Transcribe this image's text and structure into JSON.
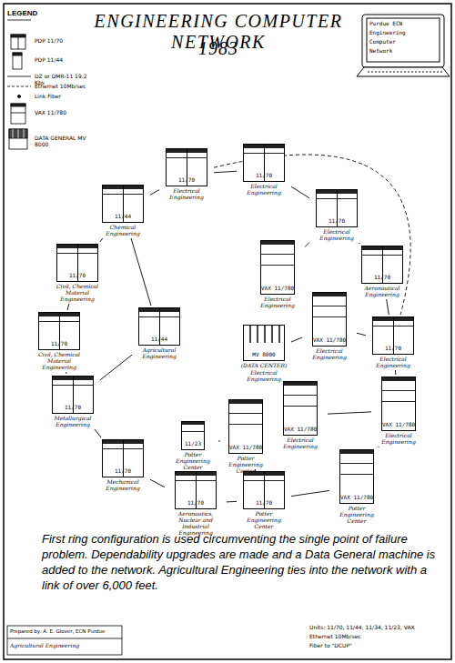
{
  "diagram": {
    "title": "ENGINEERING COMPUTER NETWORK",
    "caption": "First ring configuration is used circumventing the single point of failure problem. Dependability upgrades are made and a Data General machine is added to the network. Agricultural Engineering ties into the network with a link of over 6,000 feet.",
    "nodes": [
      {
        "text": [
          "11/70",
          "Electrical Engineering"
        ]
      },
      {
        "text": [
          "11/70",
          "Electrical Engineering"
        ]
      },
      {
        "text": [
          "11/44",
          "Chemical Engineering"
        ]
      },
      {
        "text": [
          "11/70",
          "Electrical Engineering"
        ]
      },
      {
        "text": [
          "VAX 11/780",
          "Electrical Engineering"
        ]
      },
      {
        "text": [
          "11/70",
          "Aeronautical Engineering"
        ]
      },
      {
        "text": [
          "11/70",
          "Civil, Chemical Material Engineering"
        ]
      },
      {
        "text": [
          "11/44",
          "Agricultural Engineering"
        ]
      },
      {
        "text": [
          "MV 8000",
          "(DATA CENTER)",
          "Electrical Engineering"
        ]
      },
      {
        "text": [
          "VAX 11/780",
          "Electrical Engineering"
        ]
      },
      {
        "text": [
          "11/70",
          "Electrical Engineering"
        ]
      },
      {
        "text": [
          "11/70",
          "Civil, Chemical Material Engineering"
        ]
      },
      {
        "text": [
          "VAX 11/780",
          "Electrical Engineering"
        ]
      },
      {
        "text": [
          "VAX 11/780",
          "Electrical Engineering"
        ]
      },
      {
        "text": [
          "11/70",
          "Metallurgical Engineering"
        ]
      },
      {
        "text": [
          "11/23",
          "Potter Engineering Center"
        ]
      },
      {
        "text": [
          "VAX 11/780",
          "Potter Engineering Center"
        ]
      },
      {
        "text": [
          "11/70",
          "Mechanical Engineering"
        ]
      },
      {
        "text": [
          "VAX 11/780",
          "Potter Engineering Center"
        ]
      },
      {
        "text": [
          "11/70",
          "Aeronautics, Nuclear and Industrial Engineering"
        ]
      },
      {
        "text": [
          "11/70",
          "Potter Engineering Center"
        ]
      }
    ],
    "edges": [
      {
        "from": 2,
        "to": 0,
        "arrow": "none"
      },
      {
        "from": 0,
        "to": 1,
        "arrow": "none"
      },
      {
        "from": 0,
        "to": 10,
        "arrow": "none"
      },
      {
        "from": 1,
        "to": 3,
        "arrow": "none"
      },
      {
        "from": 3,
        "to": 5,
        "arrow": "none"
      },
      {
        "from": 5,
        "to": 10,
        "arrow": "none"
      },
      {
        "from": 10,
        "to": 13,
        "arrow": "none"
      },
      {
        "from": 13,
        "to": 18,
        "arrow": "none"
      },
      {
        "from": 18,
        "to": 20,
        "arrow": "none"
      },
      {
        "from": 20,
        "to": 19,
        "arrow": "none"
      },
      {
        "from": 19,
        "to": 17,
        "arrow": "none"
      },
      {
        "from": 17,
        "to": 14,
        "arrow": "none"
      },
      {
        "from": 14,
        "to": 11,
        "arrow": "none"
      },
      {
        "from": 11,
        "to": 6,
        "arrow": "none"
      },
      {
        "from": 6,
        "to": 2,
        "arrow": "none"
      },
      {
        "from": 7,
        "to": 2,
        "arrow": "none"
      },
      {
        "from": 7,
        "to": 14,
        "arrow": "none"
      },
      {
        "from": 3,
        "to": 4,
        "arrow": "none"
      },
      {
        "from": 9,
        "to": 10,
        "arrow": "none"
      },
      {
        "from": 8,
        "to": 9,
        "arrow": "none"
      },
      {
        "from": 12,
        "to": 13,
        "arrow": "none"
      },
      {
        "from": 16,
        "to": 20,
        "arrow": "none"
      },
      {
        "from": 15,
        "to": 16,
        "arrow": "none"
      }
    ],
    "labels": [
      "LEGEND",
      "1983",
      "Purdue ECN",
      "Engineering",
      "Computer",
      "Network",
      "Prepared by: A. E. Glover, ECN Purdue",
      "Agricultural Engineering",
      "Units: 11/70, 11/44, 11/34, 11/23, VAX",
      "Ethernet 10Mb/sec",
      "Fiber to \"DCUP\""
    ],
    "legend": [
      {
        "text": "PDP 11/70"
      },
      {
        "text": "PDP 11/44"
      },
      {
        "text": "DZ or DMR-11 19.2 Kbs"
      },
      {
        "text": "Ethernet 10Mb/sec"
      },
      {
        "text": "Link Fiber"
      },
      {
        "text": "VAX 11/780"
      },
      {
        "text": "DATA GENERAL MV 8000"
      }
    ]
  }
}
